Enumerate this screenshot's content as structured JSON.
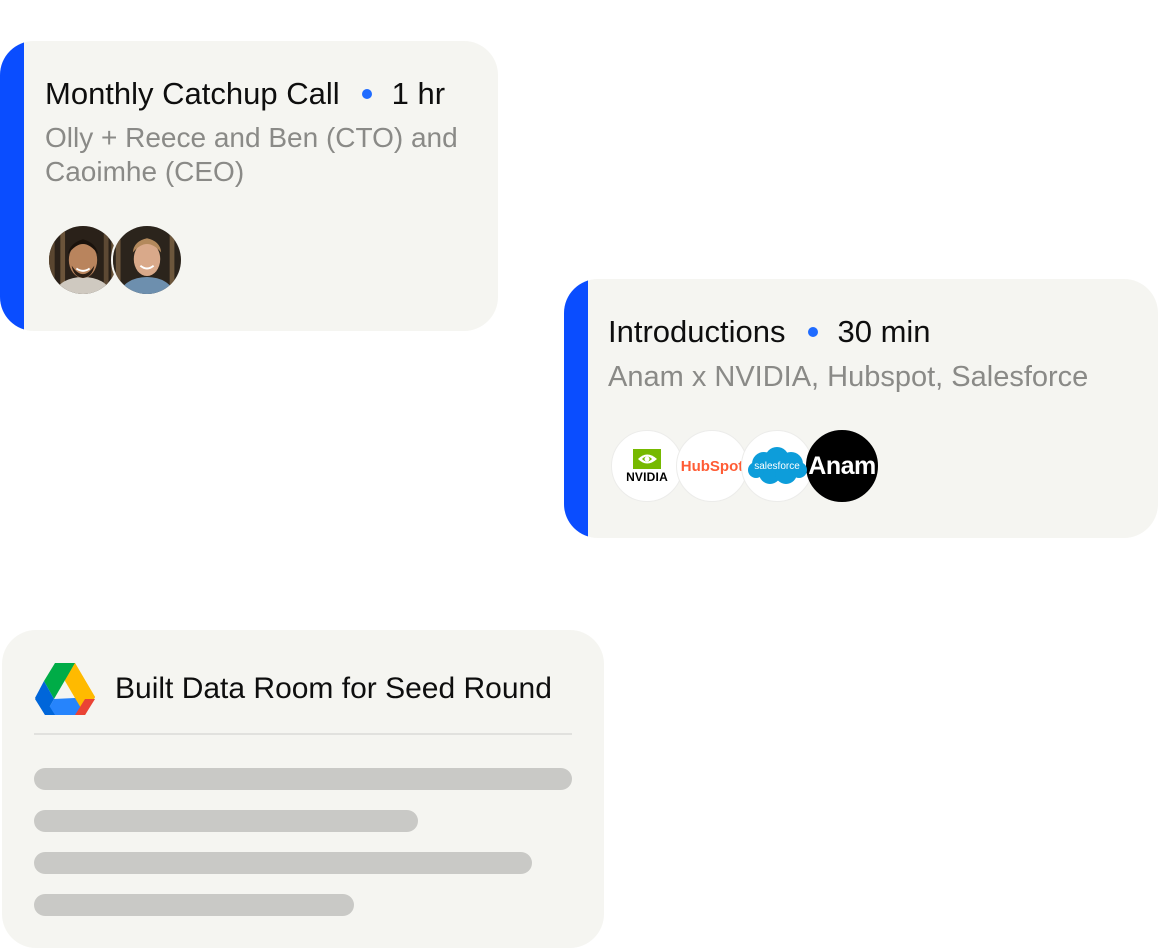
{
  "cards": {
    "monthly": {
      "title": "Monthly Catchup Call",
      "duration": "1 hr",
      "attendees": "Olly + Reece and Ben (CTO) and Caoimhe (CEO)",
      "avatars": [
        "person-1-avatar",
        "person-2-avatar"
      ],
      "accent_color": "#0a4dff"
    },
    "intro": {
      "title": "Introductions",
      "duration": "30 min",
      "attendees": "Anam x NVIDIA, Hubspot, Salesforce",
      "logos": [
        {
          "icon": "nvidia-logo",
          "label": "NVIDIA"
        },
        {
          "icon": "hubspot-logo",
          "label": "HubSpot"
        },
        {
          "icon": "salesforce-logo",
          "label": "salesforce"
        },
        {
          "icon": "anam-logo",
          "label": "Anam"
        }
      ],
      "accent_color": "#0a4dff"
    },
    "dataroom": {
      "icon": "google-drive-icon",
      "title": "Built Data Room for Seed Round"
    }
  },
  "colors": {
    "card_bg": "#f5f5f1",
    "accent": "#0a4dff",
    "dot": "#1f6bff",
    "subtitle": "#8a8a87",
    "skeleton": "#c9c9c6"
  }
}
